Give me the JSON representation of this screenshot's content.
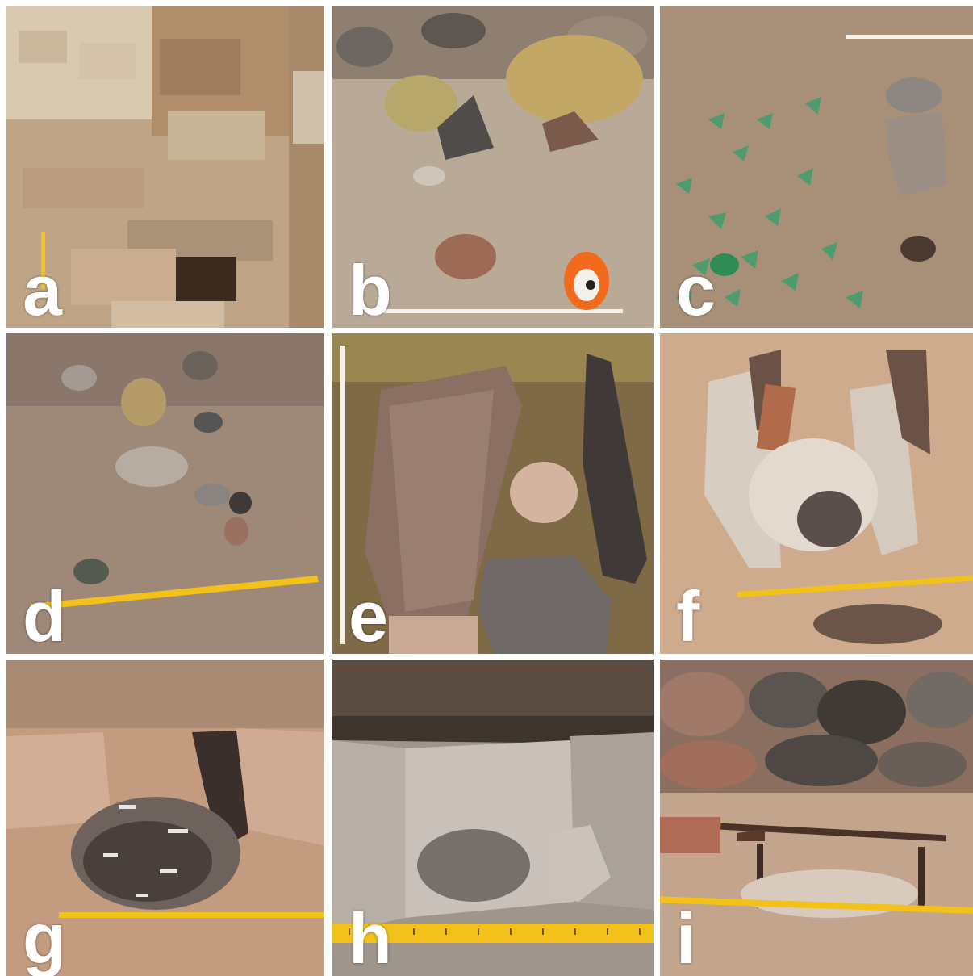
{
  "panels": [
    {
      "letter": "a"
    },
    {
      "letter": "b"
    },
    {
      "letter": "c"
    },
    {
      "letter": "d"
    },
    {
      "letter": "e"
    },
    {
      "letter": "f"
    },
    {
      "letter": "g"
    },
    {
      "letter": "h"
    },
    {
      "letter": "i"
    }
  ],
  "colors": {
    "background": "#ffffff",
    "label": "#ffffff",
    "tape_yellow": "#f2c21b",
    "tape_orange": "#f26a1b",
    "glass_green": "#3f9e6e"
  }
}
